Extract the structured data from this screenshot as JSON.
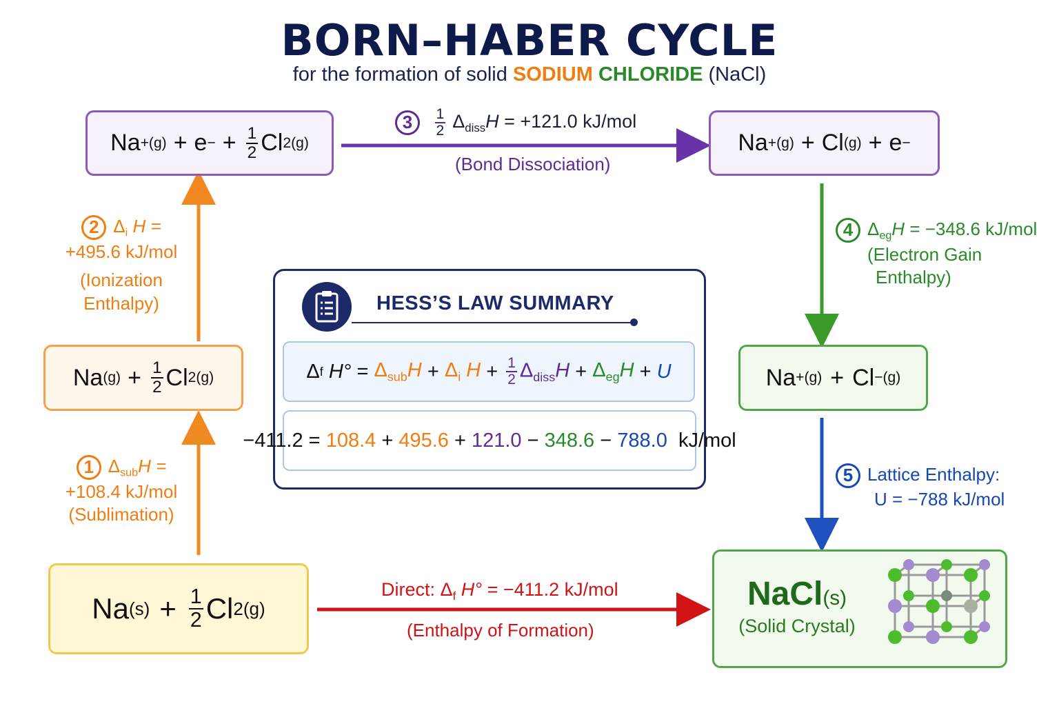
{
  "title": "BORN–HABER CYCLE",
  "subtitle": {
    "prefix": "for the formation of solid",
    "sodium": "SODIUM",
    "chloride": "CHLORIDE",
    "formula": "(NaCl)"
  },
  "species": {
    "na_s": "Na",
    "na_s_state": "(s)",
    "na_g": "Na",
    "na_g_state": "(g)",
    "na_ion": "Na",
    "na_ion_charge": "+",
    "na_ion_state": "(g)",
    "cl2": "Cl",
    "cl2_sub": "2(g)",
    "cl": "Cl",
    "cl_state": "(g)",
    "cl_ion": "Cl",
    "cl_ion_charge": "−",
    "cl_ion_state": "(g)",
    "electron": "e",
    "electron_charge": "−",
    "plus": "+",
    "half_num": "1",
    "half_den": "2",
    "nacl": "NaCl",
    "nacl_state": "(s)",
    "nacl_caption": "(Solid Crystal)"
  },
  "steps": {
    "s1": {
      "number": "1",
      "symbol": "Δ",
      "sub": "sub",
      "var": "H =",
      "value": "+108.4 kJ/mol",
      "label": "(Sublimation)"
    },
    "s2": {
      "number": "2",
      "symbol": "Δ",
      "sub": "i",
      "var": "H =",
      "value": "+495.6 kJ/mol",
      "label_line1": "(Ionization",
      "label_line2": "Enthalpy)"
    },
    "s3": {
      "number": "3",
      "symbol": "Δ",
      "sub": "diss",
      "var": "H",
      "value": "= +121.0 kJ/mol",
      "label": "(Bond Dissociation)"
    },
    "s4": {
      "number": "4",
      "symbol": "Δ",
      "sub": "eg",
      "var": "H",
      "value": "= −348.6 kJ/mol",
      "label_line1": "(Electron Gain",
      "label_line2": "Enthalpy)"
    },
    "s5": {
      "number": "5",
      "label": "Lattice Enthalpy:",
      "value": "U = −788 kJ/mol"
    },
    "direct": {
      "prefix": "Direct:",
      "symbol": "Δ",
      "sub": "f",
      "var": "H°",
      "value": "= −411.2 kJ/mol",
      "label": "(Enthalpy of Formation)"
    }
  },
  "hess": {
    "title": "HESS’S LAW SUMMARY",
    "eq_lhs": "H°",
    "eq_eq": "=",
    "eq_sub": "sub",
    "eq_i": "i",
    "eq_diss": "diss",
    "eq_eg": "eg",
    "eq_f": "f",
    "delta": "Δ",
    "h": "H",
    "u": "U",
    "plus": "+",
    "numeric": {
      "lhs": "−411.2 =",
      "v1": "108.4",
      "p1": "+",
      "v2": "495.6",
      "p2": "+",
      "v3": "121.0",
      "m1": "−",
      "v4": "348.6",
      "m2": "−",
      "v5": "788.0",
      "unit": "kJ/mol"
    }
  },
  "colors": {
    "orange": "#f07d12",
    "purple": "#5e2a96",
    "green": "#2a8a2a",
    "blue": "#1747b5",
    "red": "#d01414",
    "navy": "#1c2a6a"
  }
}
